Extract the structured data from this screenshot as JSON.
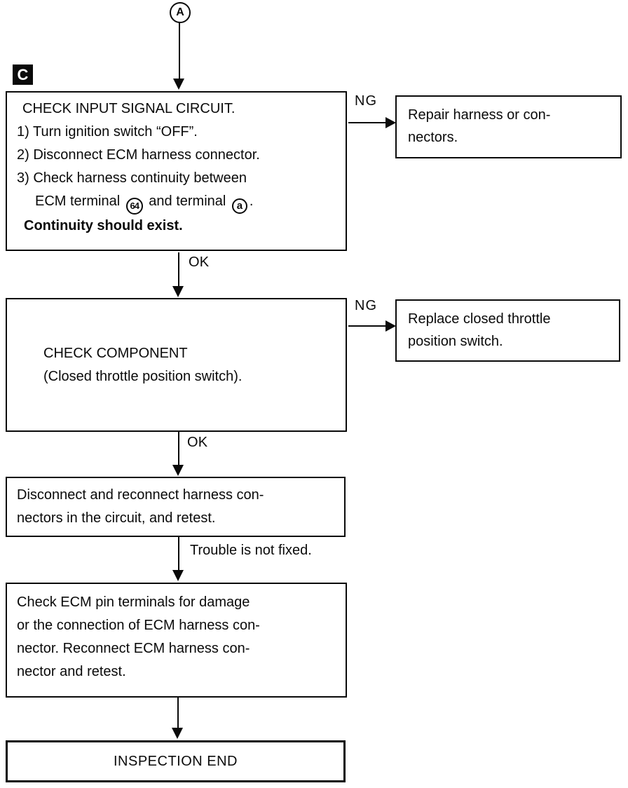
{
  "colors": {
    "ink": "#0a0a0a",
    "paper": "#ffffff"
  },
  "connector": {
    "label": "A"
  },
  "section": {
    "label": "C"
  },
  "box1": {
    "title": "CHECK INPUT SIGNAL CIRCUIT.",
    "step1": "1) Turn ignition switch “OFF”.",
    "step2": "2) Disconnect ECM harness connector.",
    "step3": "3) Check harness continuity between",
    "step3b_prefix": "ECM terminal",
    "terminal1": "64",
    "step3b_mid": "and terminal",
    "terminal2": "a",
    "step3b_suffix": ".",
    "note": "Continuity should exist."
  },
  "edges": {
    "ng1": "NG",
    "ok1": "OK",
    "ng2": "NG",
    "ok2": "OK",
    "trouble": "Trouble is not fixed."
  },
  "repair_box": {
    "text": "Repair harness or con-\nnectors."
  },
  "box2": {
    "line1": "CHECK COMPONENT",
    "line2": "(Closed throttle position switch)."
  },
  "replace_box": {
    "text": "Replace closed throttle\nposition switch."
  },
  "box3": {
    "text": "Disconnect and reconnect harness con-\nnectors in the circuit, and retest."
  },
  "box4": {
    "text": "Check ECM pin terminals for damage\nor the connection of ECM harness con-\nnector. Reconnect ECM harness con-\nnector and retest."
  },
  "end_box": {
    "label": "INSPECTION END"
  }
}
